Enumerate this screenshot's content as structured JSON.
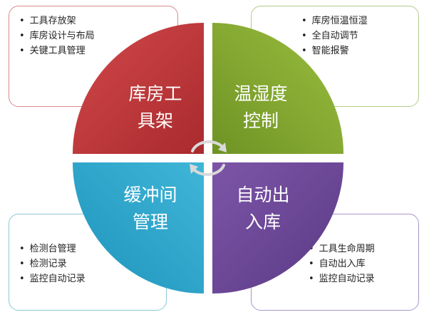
{
  "quadrants": {
    "top_left": {
      "title_line1": "库房工",
      "title_line2": "具架",
      "color": "#c0393b",
      "items": [
        "工具存放架",
        "库房设计与布局",
        "关键工具管理"
      ]
    },
    "top_right": {
      "title_line1": "温湿度",
      "title_line2": "控制",
      "color": "#86aa2e",
      "items": [
        "库房恒温恒湿",
        "全自动调节",
        "智能报警"
      ]
    },
    "bottom_left": {
      "title_line1": "缓冲间",
      "title_line2": "管理",
      "color": "#2aa6cc",
      "items": [
        "检测台管理",
        "检测记录",
        "监控自动记录"
      ]
    },
    "bottom_right": {
      "title_line1": "自动出",
      "title_line2": "入库",
      "color": "#6f4a98",
      "items": [
        "工具生命周期",
        "自动出入库",
        "监控自动记录"
      ]
    }
  },
  "icons": {
    "center": "cycle-arrows-icon"
  }
}
